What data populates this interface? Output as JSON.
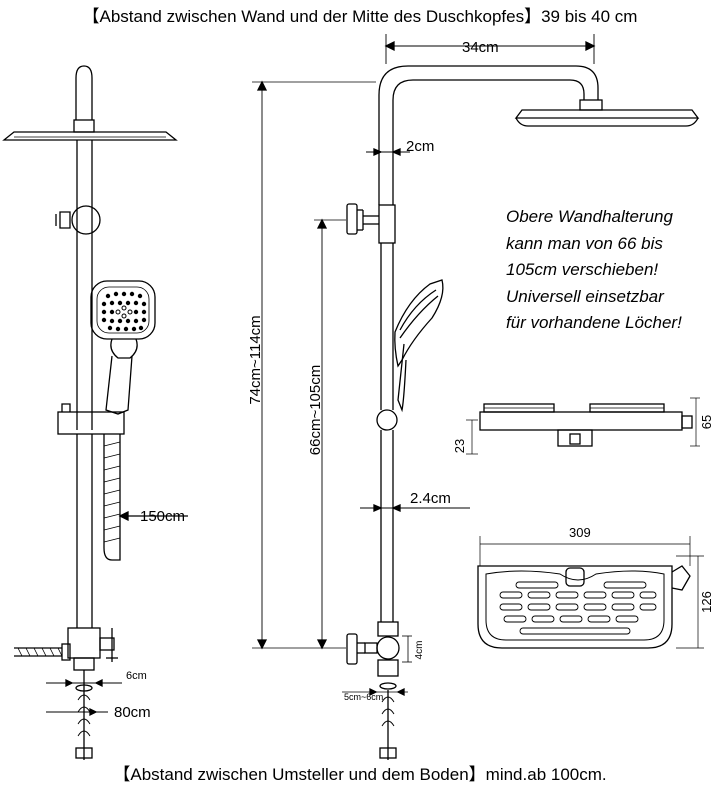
{
  "header": {
    "caption": "【Abstand zwischen Wand und der Mitte des Duschkopfes】39 bis 40 cm"
  },
  "footer": {
    "caption": "【Abstand zwischen Umsteller und dem Boden】mind.ab 100cm."
  },
  "note": {
    "lines": [
      "Obere Wandhalterung",
      "kann man von 66 bis",
      "105cm verschieben!",
      "Universell einsetzbar",
      "für vorhandene Löcher!"
    ]
  },
  "dimensions": {
    "hose_length": "150cm",
    "connector_spacing": "6cm",
    "bottom_width": "80cm",
    "arm_width": "34cm",
    "pipe_spacing_top": "2cm",
    "total_height": "74cm~114cm",
    "bracket_range": "66cm~105cm",
    "pipe_diameter": "2.4cm",
    "mixer_height": "4cm",
    "mixer_spacing": "5cm~6cm",
    "shelf_width": "309",
    "shelf_depth": "126",
    "shelf_height": "65",
    "shelf_side_height": "23"
  }
}
